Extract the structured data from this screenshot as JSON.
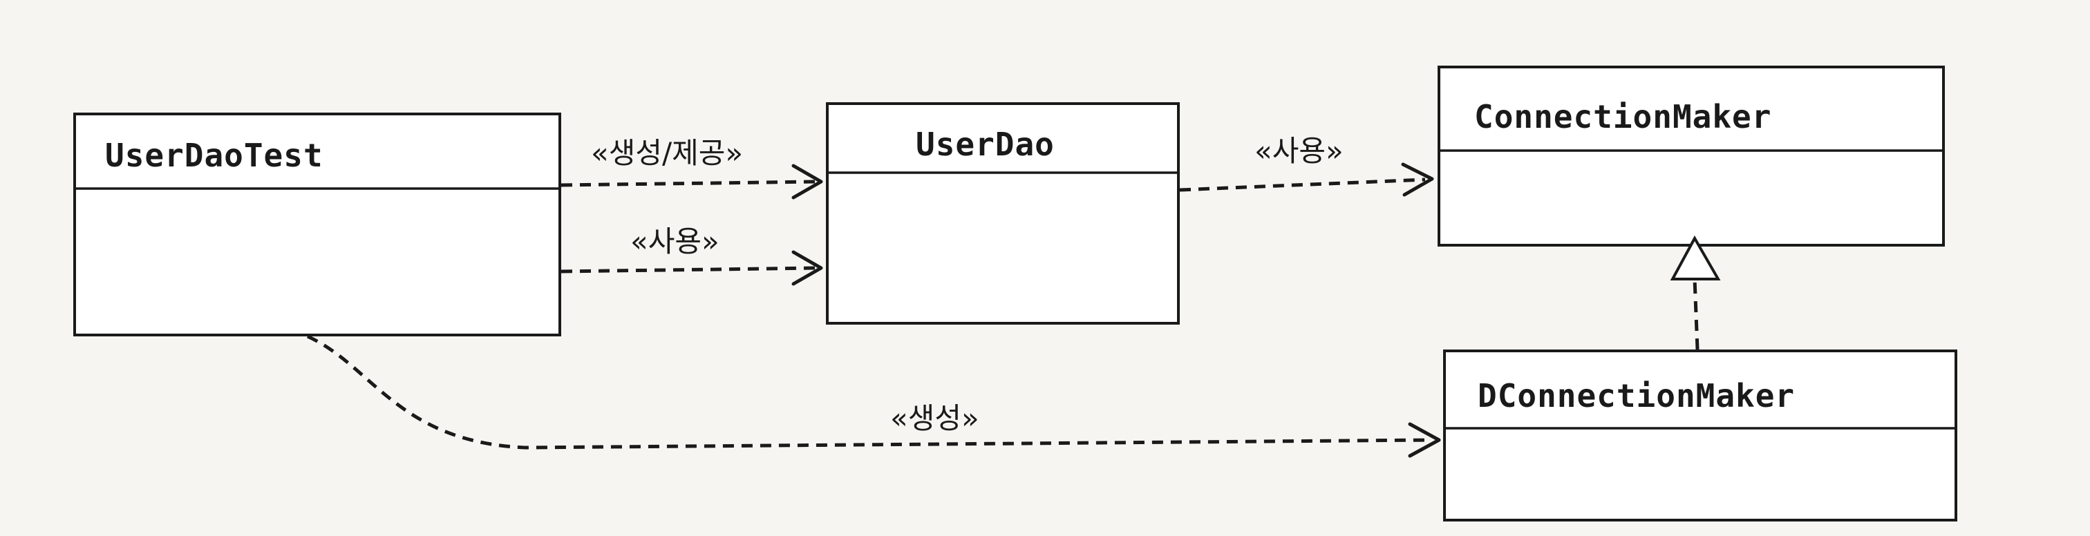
{
  "classes": {
    "userdaotest": {
      "name": "UserDaoTest"
    },
    "userdao": {
      "name": "UserDao"
    },
    "connectionmaker": {
      "name": "ConnectionMaker"
    },
    "dconnectionmaker": {
      "name": "DConnectionMaker"
    }
  },
  "relations": {
    "create_provide": {
      "label": "«생성/제공»",
      "kind": "dependency"
    },
    "test_uses_dao": {
      "label": "«사용»",
      "kind": "dependency"
    },
    "dao_uses_cm": {
      "label": "«사용»",
      "kind": "dependency"
    },
    "test_creates_dcm": {
      "label": "«생성»",
      "kind": "dependency"
    },
    "dcm_realizes_cm": {
      "label": "",
      "kind": "realization"
    }
  }
}
